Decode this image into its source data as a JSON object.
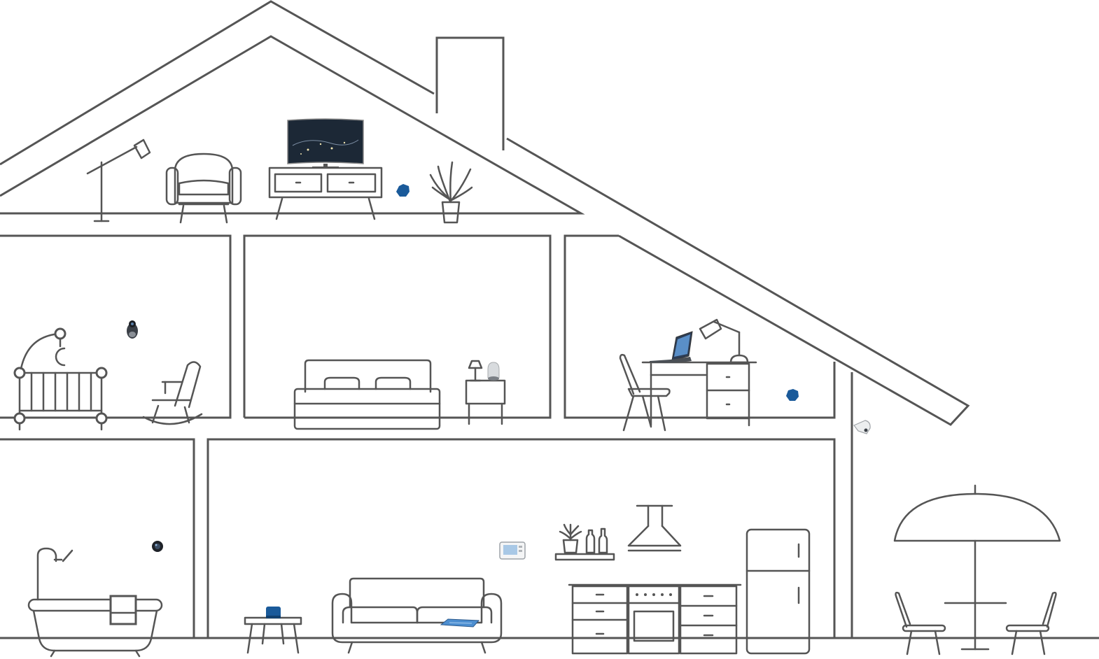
{
  "colors": {
    "line": "#555555",
    "background": "#ffffff",
    "device_blue": "#1a5a9a",
    "screen_dark": "#1c2836"
  },
  "devices": [
    {
      "name": "tv",
      "icon": "tv-icon"
    },
    {
      "name": "wifi-point-attic",
      "icon": "hexagon-node-icon"
    },
    {
      "name": "camera-nursery",
      "icon": "indoor-camera-icon"
    },
    {
      "name": "laptop",
      "icon": "laptop-icon"
    },
    {
      "name": "smart-speaker",
      "icon": "smart-speaker-icon"
    },
    {
      "name": "wifi-point-office",
      "icon": "hexagon-node-icon"
    },
    {
      "name": "outdoor-camera",
      "icon": "outdoor-camera-icon"
    },
    {
      "name": "camera-bathroom",
      "icon": "dome-camera-icon"
    },
    {
      "name": "router",
      "icon": "router-icon"
    },
    {
      "name": "control-panel",
      "icon": "touch-panel-icon"
    },
    {
      "name": "tablet",
      "icon": "tablet-icon"
    }
  ]
}
